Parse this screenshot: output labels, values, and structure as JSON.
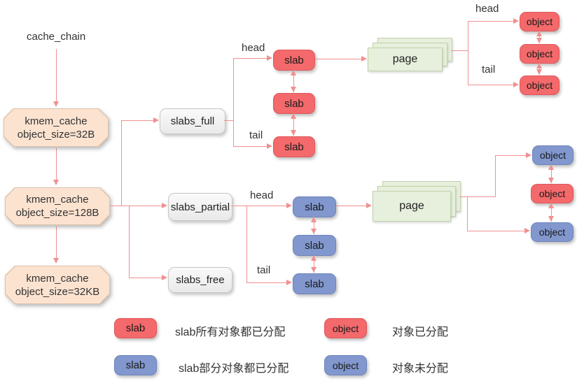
{
  "root_label": "cache_chain",
  "kmem_caches": [
    {
      "name": "kmem_cache",
      "size": "object_size=32B"
    },
    {
      "name": "kmem_cache",
      "size": "object_size=128B"
    },
    {
      "name": "kmem_cache",
      "size": "object_size=32KB"
    }
  ],
  "slab_lists": {
    "full": "slabs_full",
    "partial": "slabs_partial",
    "free": "slabs_free"
  },
  "pointer_labels": {
    "head": "head",
    "tail": "tail"
  },
  "red_slabs": [
    "slab",
    "slab",
    "slab"
  ],
  "blue_slabs": [
    "slab",
    "slab",
    "slab"
  ],
  "pages": {
    "top": "page",
    "bottom": "page"
  },
  "red_objects": [
    "object",
    "object",
    "object"
  ],
  "bottom_objects": [
    "object",
    "object",
    "object"
  ],
  "legend": {
    "rows": [
      {
        "chip_label": "slab",
        "chip_color": "red",
        "description": "slab所有对象都已分配"
      },
      {
        "chip_label": "slab",
        "chip_color": "blue",
        "description": "slab部分对象都已分配"
      },
      {
        "chip_label": "object",
        "chip_color": "red",
        "description": "对象已分配"
      },
      {
        "chip_label": "object",
        "chip_color": "blue",
        "description": "对象未分配"
      }
    ]
  },
  "colors": {
    "arrow": "#f09090",
    "slab_allocated": "#f4696b",
    "slab_partial": "#8197ce",
    "page_fill": "#e7f0dc",
    "kmem_fill": "#fbe3d0",
    "list_fill": "#efefef"
  }
}
